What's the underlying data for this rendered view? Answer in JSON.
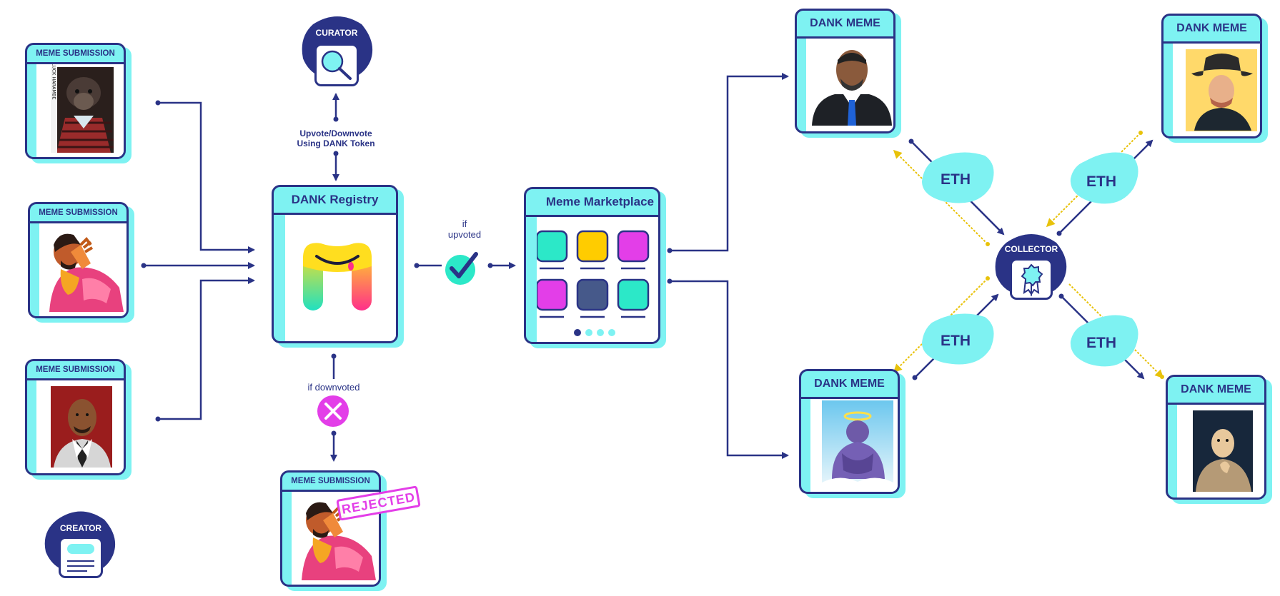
{
  "submissions": [
    {
      "header": "MEME SUBMISSION",
      "caption": "BAD LUCK HARAMBE"
    },
    {
      "header": "MEME SUBMISSION"
    },
    {
      "header": "MEME SUBMISSION"
    }
  ],
  "creator": {
    "label": "CREATOR"
  },
  "curator": {
    "label": "CURATOR"
  },
  "vote_text": {
    "line1": "Upvote/Downvote",
    "line2": "Using DANK Token"
  },
  "registry": {
    "title": "DANK Registry"
  },
  "upvoted": {
    "line1": "if",
    "line2": "upvoted"
  },
  "downvoted": {
    "label": "if downvoted"
  },
  "rejected": {
    "header": "MEME SUBMISSION",
    "stamp": "REJECTED"
  },
  "marketplace": {
    "title": "Meme Marketplace"
  },
  "dank_memes": [
    {
      "header": "DANK MEME"
    },
    {
      "header": "DANK MEME"
    },
    {
      "header": "DANK MEME"
    },
    {
      "header": "DANK MEME"
    }
  ],
  "collector": {
    "label": "COLLECTOR"
  },
  "eth_tokens": [
    "ETH",
    "ETH",
    "ETH",
    "ETH"
  ],
  "colors": {
    "navy": "#2a3386",
    "cyan": "#7ef2f2",
    "teal": "#2ce8c8",
    "yellow": "#ffcc00",
    "magenta": "#e33ee8",
    "slate": "#46598a",
    "gold_arrow": "#e8c20a"
  }
}
